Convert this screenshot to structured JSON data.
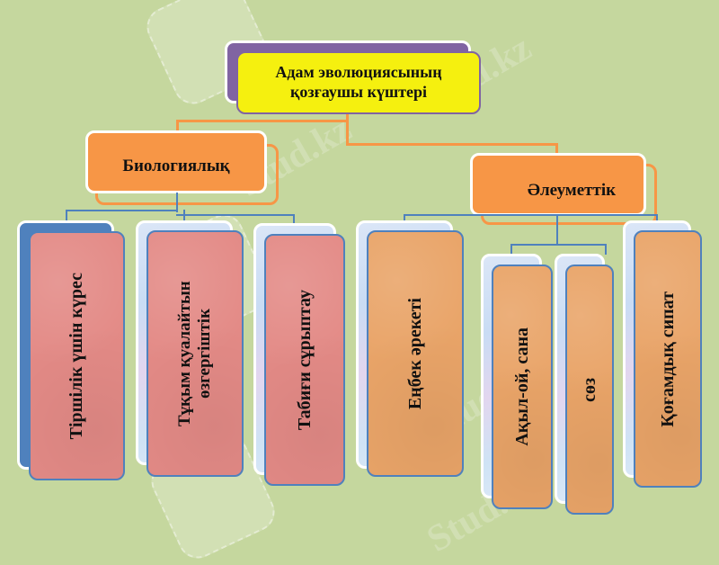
{
  "diagram": {
    "root": {
      "label": "Адам эволюциясының қозғаушы күштері"
    },
    "branches": [
      {
        "label": "Биологиялық",
        "children": [
          {
            "label": "Тіршілік үшін күрес"
          },
          {
            "label": "Тұқым қуалайтын өзгергіштік"
          },
          {
            "label": "Табиғи сұрыптау"
          }
        ]
      },
      {
        "label": "Әлеуметтік",
        "children": [
          {
            "label": "Еңбек әрекеті"
          },
          {
            "label": "Ақыл-ой, сана"
          },
          {
            "label": "сөз"
          },
          {
            "label": "Қоғамдық сипат"
          }
        ]
      }
    ]
  },
  "watermark": {
    "text": "Stud.kz"
  },
  "colors": {
    "background": "#c5d79e",
    "root_fill": "#f5f00f",
    "root_back": "#8064a2",
    "branch_fill": "#f79646",
    "bio_leaf_fill": "#e38a86",
    "social_leaf_fill": "#e9a468",
    "connector_blue": "#4f81bd",
    "connector_orange": "#f79646"
  }
}
